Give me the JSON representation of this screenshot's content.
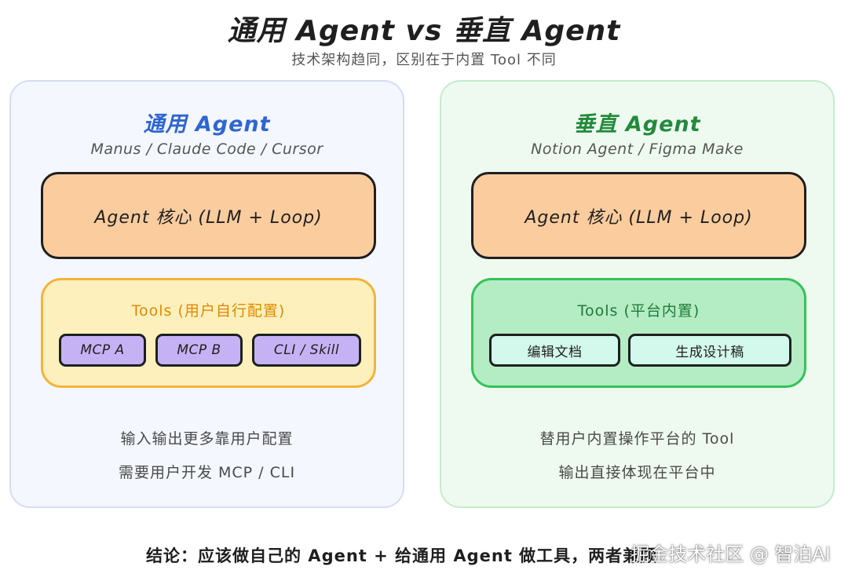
{
  "header": {
    "title": "通用 Agent vs 垂直 Agent",
    "subtitle": "技术架构趋同，区别在于内置 Tool 不同"
  },
  "general": {
    "title": "通用 Agent",
    "examples": "Manus / Claude Code / Cursor",
    "core": "Agent 核心 (LLM + Loop)",
    "tools_label": "Tools (用户自行配置)",
    "tools": [
      "MCP A",
      "MCP B",
      "CLI / Skill"
    ],
    "notes": [
      "输入输出更多靠用户配置",
      "需要用户开发 MCP / CLI"
    ]
  },
  "vertical": {
    "title": "垂直 Agent",
    "examples": "Notion Agent / Figma Make",
    "core": "Agent 核心 (LLM + Loop)",
    "tools_label": "Tools (平台内置)",
    "tools": [
      "编辑文档",
      "生成设计稿"
    ],
    "notes": [
      "替用户内置操作平台的 Tool",
      "输出直接体现在平台中"
    ]
  },
  "conclusion": "结论：应该做自己的 Agent + 给通用 Agent 做工具，两者兼顾",
  "watermark": "掘金技术社区 @ 智泊AI",
  "colors": {
    "general_accent": "#2f66d0",
    "vertical_accent": "#228a3c",
    "core_fill": "#fbcc9e",
    "general_tools_fill": "#fdf0bd",
    "general_tools_border": "#f5b23a",
    "vertical_tools_fill": "#b4ecc4",
    "vertical_tools_border": "#35c25a",
    "general_chip_fill": "#c5b2f5",
    "vertical_chip_fill": "#d3f8ec"
  }
}
